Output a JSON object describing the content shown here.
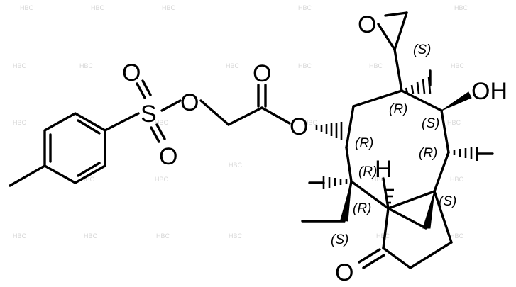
{
  "atoms": {
    "o_sulfonyl_top": "O",
    "sulfur": "S",
    "o_sulfonyl_bottom": "O",
    "o_ester_link": "O",
    "o_carbonyl": "O",
    "o_acyloxy": "O",
    "o_epoxide": "O",
    "hydroxyl": "OH",
    "hydrogen": "H",
    "o_ketone": "O"
  },
  "stereo": {
    "epoxide_c": "(S)",
    "quat_c": "(R)",
    "carbinol_c": "(S)",
    "acyloxy_c": "(R)",
    "methyl_c": "(R)",
    "ring_quat_c": "(R)",
    "bridgehead_c": "(R)",
    "spiro_c": "(S)",
    "ethyl_c": "(S)"
  },
  "watermark": "HBC"
}
